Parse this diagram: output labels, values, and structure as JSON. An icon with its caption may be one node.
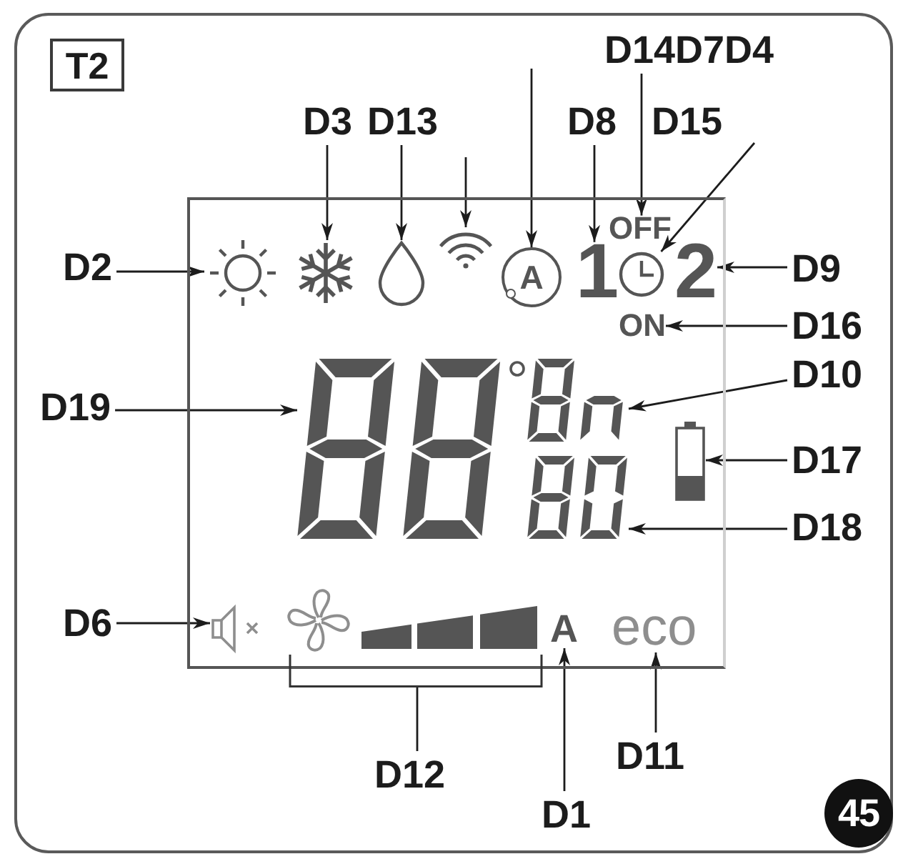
{
  "diagram": {
    "nodes": [
      {
        "text": [
          "T2"
        ]
      },
      {
        "text": [
          "D14D7D4"
        ]
      },
      {
        "text": [
          "D3"
        ]
      },
      {
        "text": [
          "D13"
        ]
      },
      {
        "text": [
          "D8"
        ]
      },
      {
        "text": [],
        "shape": "box"
      },
      {
        "text": [
          "OFF"
        ],
        "in": 5
      },
      {
        "text": [
          "D2"
        ]
      },
      {
        "text": [],
        "shape": "sun",
        "in": 5
      },
      {
        "text": [],
        "shape": "snowflake",
        "in": 5
      },
      {
        "text": [],
        "shape": "drop",
        "in": 5
      },
      {
        "text": [],
        "shape": "signal",
        "in": 5
      },
      {
        "text": [
          "A"
        ],
        "in": 5
      },
      {
        "text": [
          "1"
        ],
        "in": 5
      },
      {
        "text": [],
        "shape": "clock",
        "in": 5
      },
      {
        "text": [
          "2"
        ],
        "in": 5
      },
      {
        "text": [
          "D9"
        ]
      },
      {
        "text": [
          "ON"
        ],
        "in": 5
      },
      {
        "text": [
          "D16"
        ]
      },
      {
        "text": [
          "D10"
        ]
      },
      {
        "text": [],
        "shape": "digits",
        "in": 5
      },
      {
        "text": [
          "D19"
        ]
      },
      {
        "text": [],
        "shape": "digits",
        "in": 5
      },
      {
        "text": [],
        "shape": "battery",
        "in": 5
      },
      {
        "text": [
          "D17"
        ]
      },
      {
        "text": [],
        "shape": "digits",
        "in": 5
      },
      {
        "text": [
          "D18"
        ]
      },
      {
        "text": [
          "D6"
        ]
      },
      {
        "text": [],
        "shape": "speaker",
        "in": 5
      },
      {
        "text": [
          "A"
        ],
        "in": 5
      },
      {
        "text": [
          "eco"
        ],
        "in": 5
      },
      {
        "text": [],
        "shape": "bracket"
      },
      {
        "text": [
          "D11"
        ]
      },
      {
        "text": [
          "D12"
        ]
      },
      {
        "text": [
          "D1"
        ]
      },
      {
        "text": [
          "45"
        ]
      }
    ],
    "edges": [
      {
        "from": 2,
        "to": 9,
        "arrow": "to"
      },
      {
        "from": 3,
        "to": 10,
        "arrow": "to"
      },
      {
        "from": null,
        "to": 11,
        "arrow": "to"
      },
      {
        "from": null,
        "to": 12,
        "arrow": "to"
      },
      {
        "from": 4,
        "to": 13,
        "arrow": "to"
      },
      {
        "from": 1,
        "to": 6,
        "arrow": "to"
      },
      {
        "from": null,
        "to": 14,
        "arrow": "to"
      },
      {
        "from": 7,
        "to": 8,
        "arrow": "to"
      },
      {
        "from": 16,
        "to": 15,
        "arrow": "to"
      },
      {
        "from": 18,
        "to": 17,
        "arrow": "to"
      },
      {
        "from": 19,
        "to": 22,
        "arrow": "to"
      },
      {
        "from": 21,
        "to": 20,
        "arrow": "to"
      },
      {
        "from": 24,
        "to": 23,
        "arrow": "to"
      },
      {
        "from": 26,
        "to": 25,
        "arrow": "to"
      },
      {
        "from": 27,
        "to": 28,
        "arrow": "to"
      },
      {
        "from": 33,
        "to": 31,
        "arrow": "none"
      },
      {
        "from": 34,
        "to": 29,
        "arrow": "to"
      },
      {
        "from": 32,
        "to": 30,
        "arrow": "to"
      }
    ],
    "labels": [
      "D15"
    ]
  }
}
